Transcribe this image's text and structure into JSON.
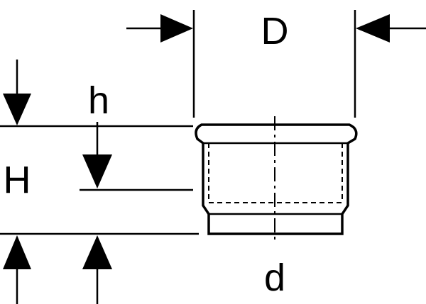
{
  "labels": {
    "outer_diameter": "D",
    "inner_diameter": "d",
    "total_height": "H",
    "socket_depth": "h"
  },
  "colors": {
    "line": "#000000",
    "background": "#ffffff"
  }
}
